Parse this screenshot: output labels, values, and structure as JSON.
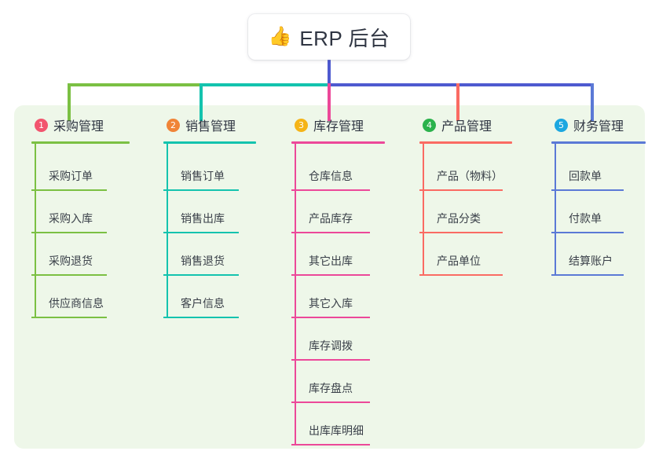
{
  "root": {
    "icon": "thumbs-up-icon",
    "icon_glyph": "👍",
    "title": "ERP 后台"
  },
  "colors": {
    "panel_bg": "#eef7e9",
    "trunk": "#4e5ad0",
    "green": "#7bc043",
    "teal": "#14c3ae",
    "pink": "#ec4899",
    "red": "#fa6b63",
    "blue": "#5b79d6"
  },
  "columns": [
    {
      "number": "1",
      "badge_color": "#f2556e",
      "color": "#7bc043",
      "title": "采购管理",
      "items": [
        "采购订单",
        "采购入库",
        "采购退货",
        "供应商信息"
      ]
    },
    {
      "number": "2",
      "badge_color": "#f08437",
      "color": "#14c3ae",
      "title": "销售管理",
      "items": [
        "销售订单",
        "销售出库",
        "销售退货",
        "客户信息"
      ]
    },
    {
      "number": "3",
      "badge_color": "#f5b417",
      "color": "#ec4899",
      "title": "库存管理",
      "items": [
        "仓库信息",
        "产品库存",
        "其它出库",
        "其它入库",
        "库存调拨",
        "库存盘点",
        "出库库明细"
      ]
    },
    {
      "number": "4",
      "badge_color": "#2bb24c",
      "color": "#fa6b63",
      "title": "产品管理",
      "items": [
        "产品（物料）",
        "产品分类",
        "产品单位"
      ]
    },
    {
      "number": "5",
      "badge_color": "#1ca7e0",
      "color": "#5b79d6",
      "title": "财务管理",
      "items": [
        "回款单",
        "付款单",
        "结算账户"
      ]
    }
  ]
}
